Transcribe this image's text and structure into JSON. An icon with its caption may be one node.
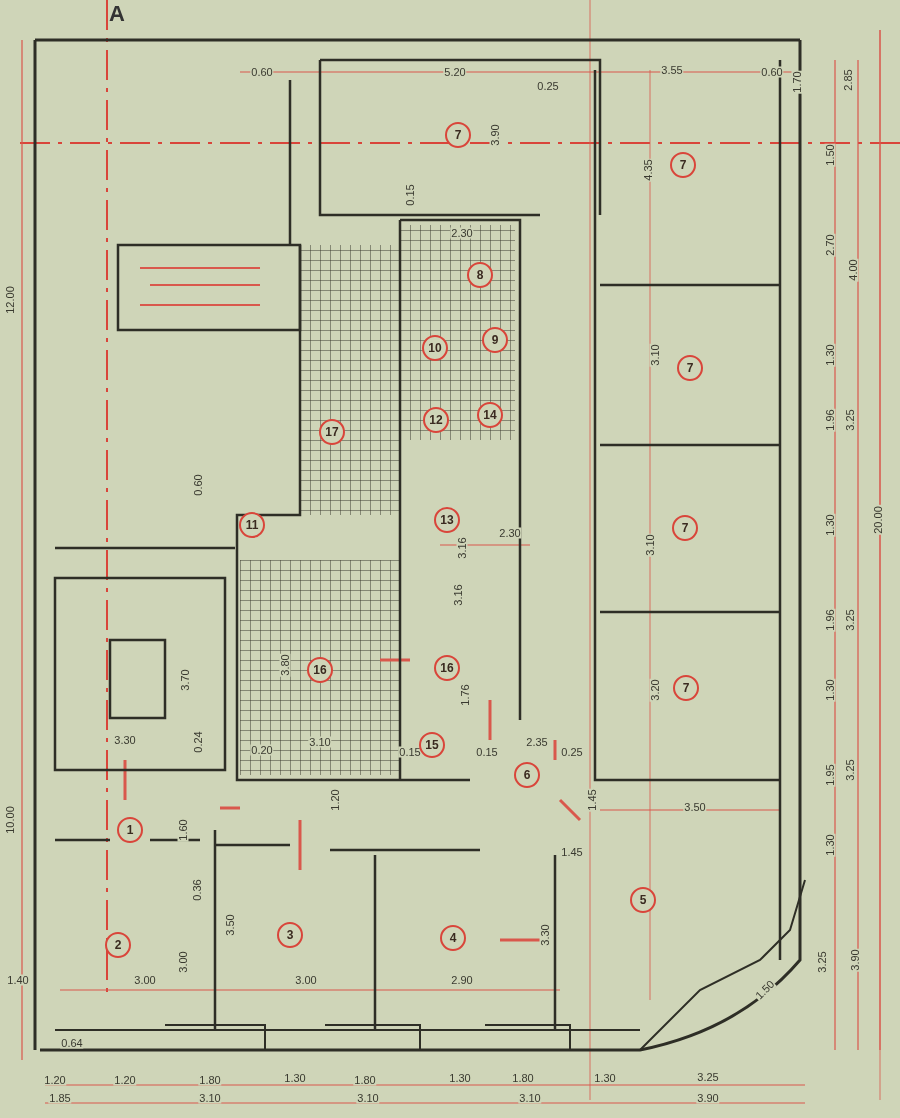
{
  "diagram": {
    "labels": [
      "A",
      "12.00",
      "0.60",
      "5.20",
      "0.25",
      "3.55",
      "0.60",
      "1.70",
      "2.85",
      "7",
      "3.90",
      "7",
      "4.35",
      "1.50",
      "0.15",
      "2.30",
      "2.70",
      "4.00",
      "8",
      "9",
      "10",
      "3.10",
      "1.30",
      "7",
      "17",
      "12",
      "14",
      "1.96",
      "3.25",
      "0.60",
      "11",
      "13",
      "2.30",
      "3.16",
      "3.10",
      "7",
      "1.30",
      "20.00",
      "3.16",
      "1.96",
      "3.25",
      "3.70",
      "3.80",
      "16",
      "16",
      "1.76",
      "3.20",
      "7",
      "1.30",
      "3.30",
      "0.24",
      "0.20",
      "3.10",
      "0.15",
      "15",
      "0.15",
      "2.35",
      "0.25",
      "6",
      "1.95",
      "3.25",
      "1.20",
      "1.45",
      "3.50",
      "10.00",
      "1.60",
      "1",
      "1.30",
      "1.45",
      "0.36",
      "5",
      "3.50",
      "3.00",
      "2",
      "3",
      "4",
      "3.30",
      "3.25",
      "3.90",
      "1.40",
      "3.00",
      "3.00",
      "2.90",
      "1.50",
      "0.64",
      "1.20",
      "1.20",
      "1.80",
      "1.30",
      "1.80",
      "1.30",
      "1.80",
      "1.30",
      "3.25",
      "1.85",
      "3.10",
      "3.10",
      "3.10",
      "3.90"
    ]
  }
}
